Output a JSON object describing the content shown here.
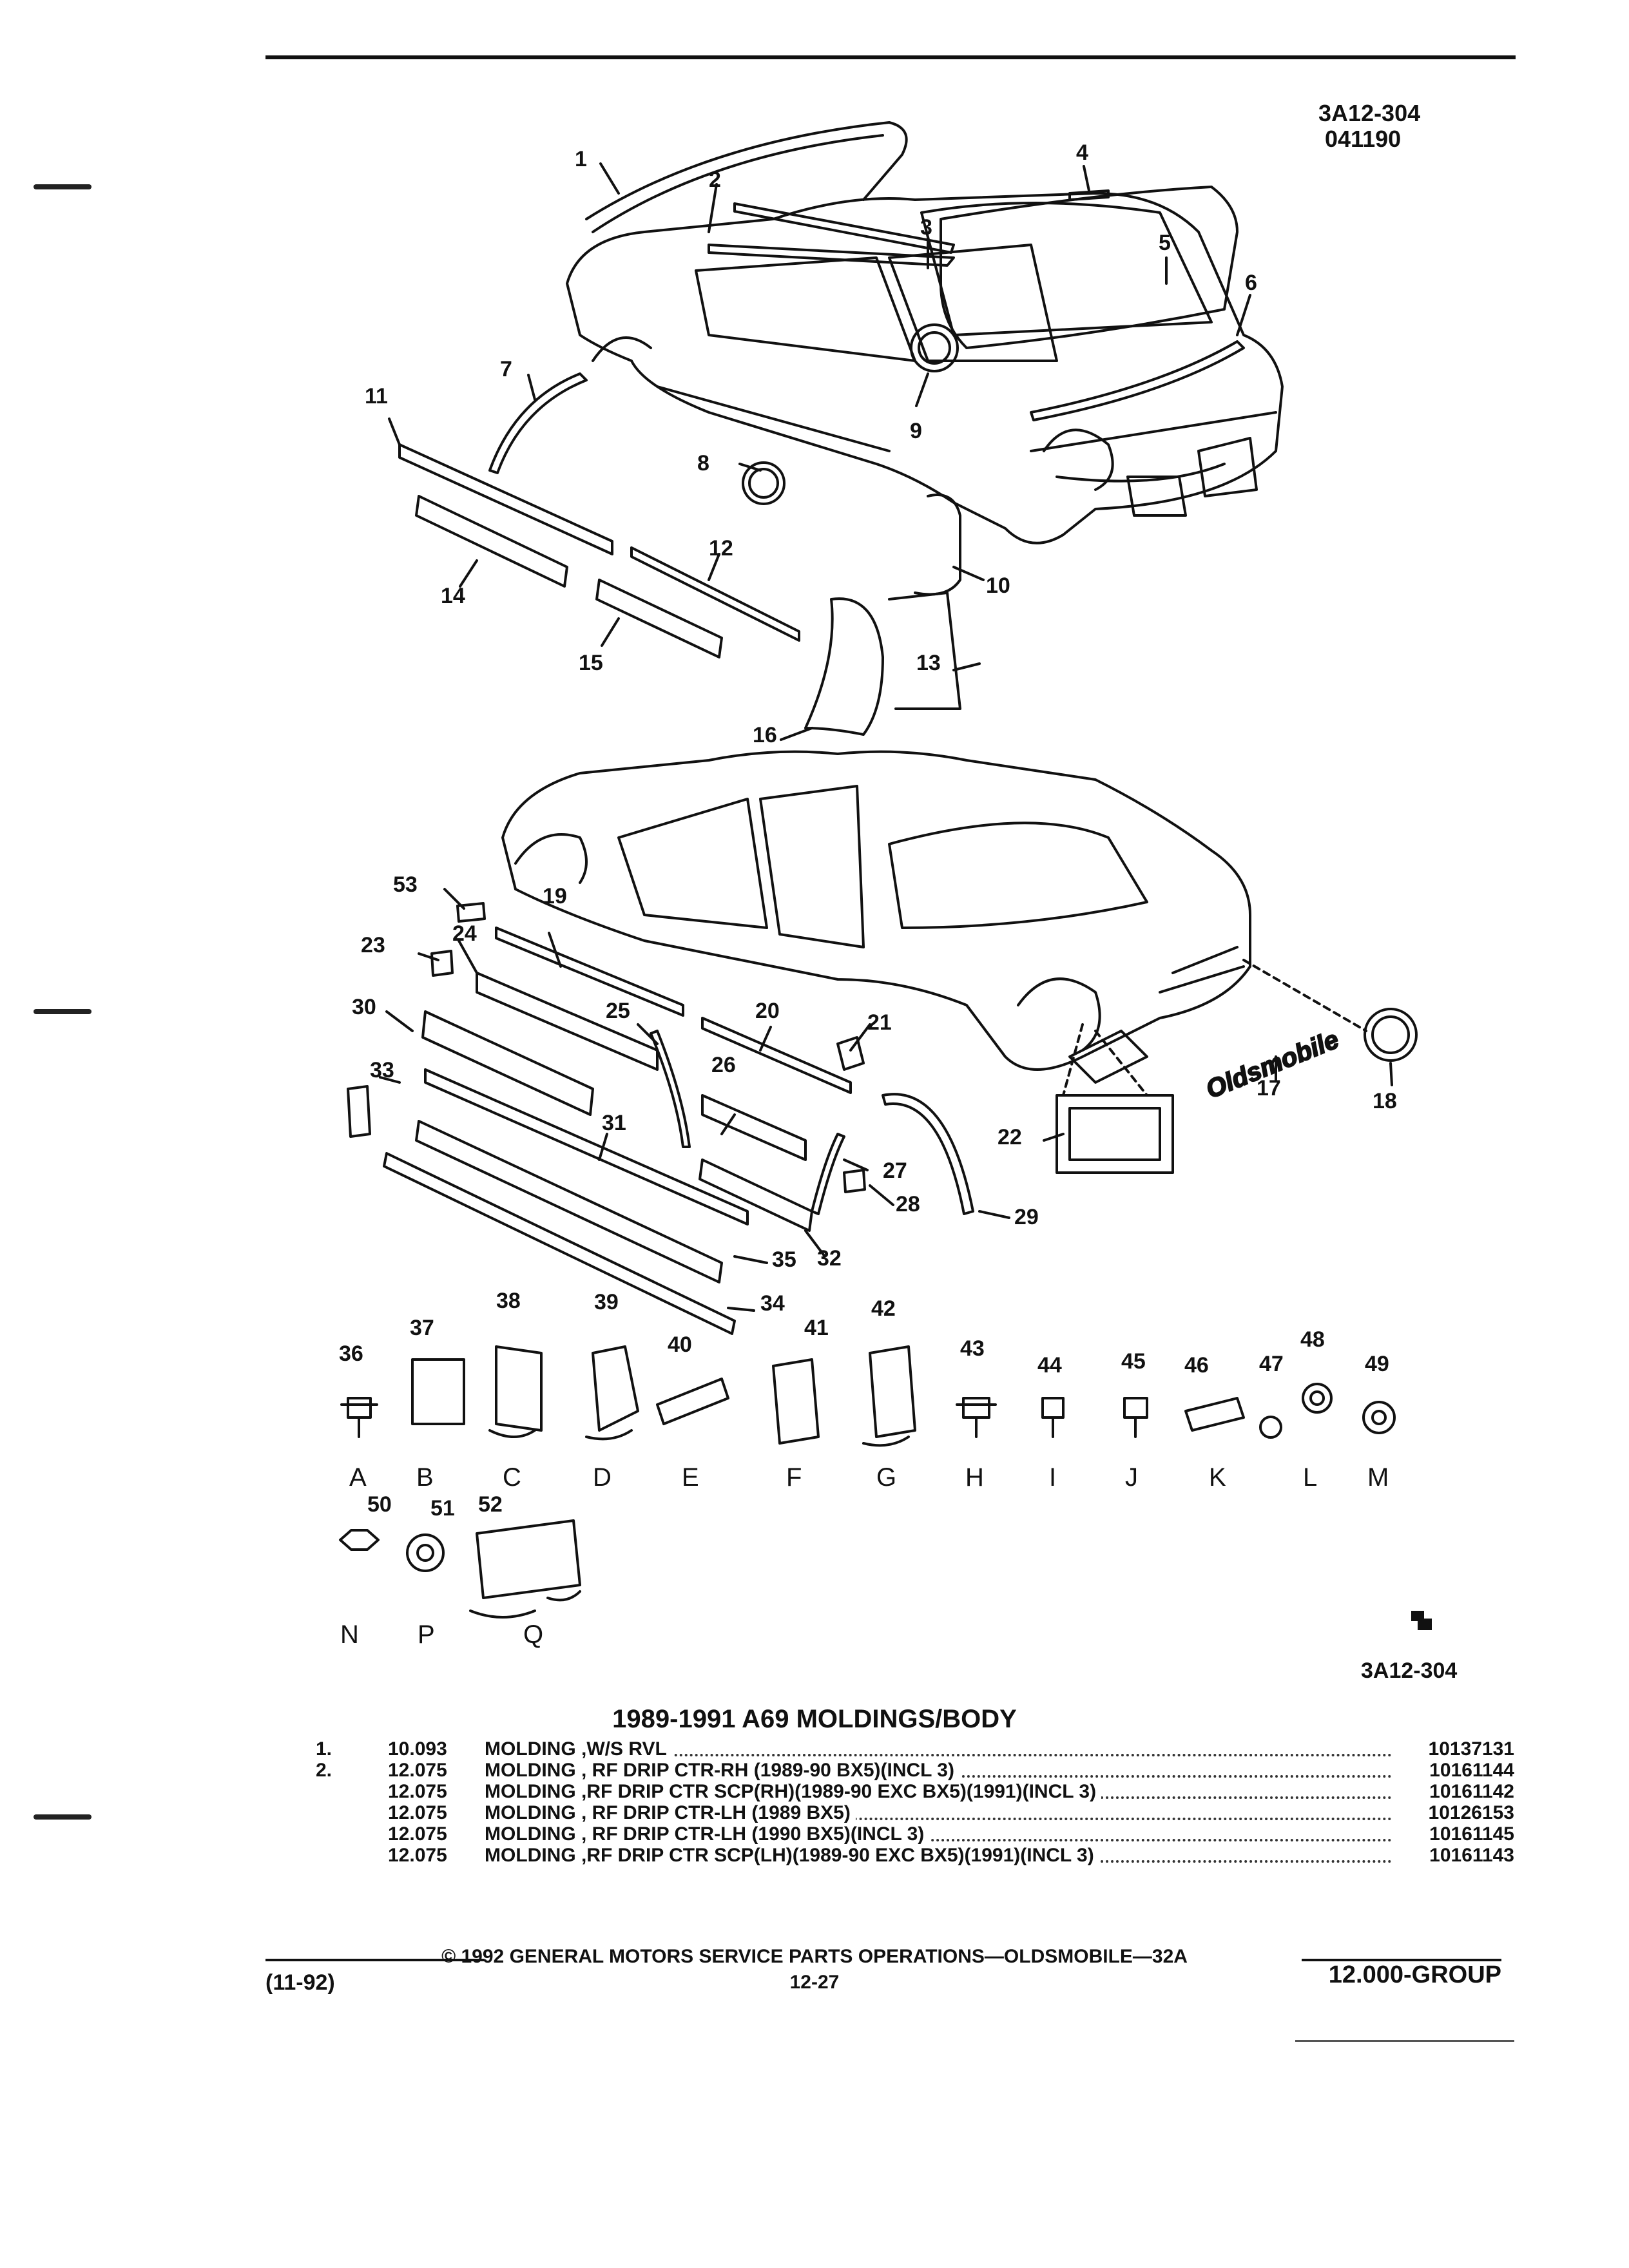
{
  "header": {
    "illustration_code": "3A12-304",
    "date_code": "041190"
  },
  "illustration": {
    "callouts": [
      "1",
      "2",
      "3",
      "4",
      "5",
      "6",
      "7",
      "8",
      "9",
      "10",
      "11",
      "12",
      "13",
      "14",
      "15",
      "16",
      "17",
      "18",
      "19",
      "20",
      "21",
      "22",
      "23",
      "24",
      "25",
      "26",
      "27",
      "28",
      "29",
      "30",
      "31",
      "32",
      "33",
      "34",
      "35",
      "53"
    ],
    "fastener_callouts": [
      "36",
      "37",
      "38",
      "39",
      "40",
      "41",
      "42",
      "43",
      "44",
      "45",
      "46",
      "47",
      "48",
      "49",
      "50",
      "51",
      "52"
    ],
    "fastener_letters": [
      "A",
      "B",
      "C",
      "D",
      "E",
      "F",
      "G",
      "H",
      "I",
      "J",
      "K",
      "L",
      "M",
      "N",
      "P",
      "Q"
    ],
    "emblem_text": "Oldsmobile",
    "bottom_code": "3A12-304"
  },
  "section_title": "1989-1991 A69 MOLDINGS/BODY",
  "parts": [
    {
      "line": "1.",
      "code": "10.093",
      "description": "MOLDING ,W/S RVL",
      "part_number": "10137131"
    },
    {
      "line": "2.",
      "code": "12.075",
      "description": "MOLDING , RF DRIP CTR-RH (1989-90 BX5)(INCL 3)",
      "part_number": "10161144"
    },
    {
      "line": "",
      "code": "12.075",
      "description": "MOLDING ,RF DRIP CTR SCP(RH)(1989-90 EXC BX5)(1991)(INCL 3)",
      "part_number": "10161142"
    },
    {
      "line": "",
      "code": "12.075",
      "description": "MOLDING , RF DRIP CTR-LH (1989 BX5)",
      "part_number": "10126153"
    },
    {
      "line": "",
      "code": "12.075",
      "description": "MOLDING , RF DRIP CTR-LH (1990 BX5)(INCL 3)",
      "part_number": "10161145"
    },
    {
      "line": "",
      "code": "12.075",
      "description": "MOLDING ,RF DRIP CTR SCP(LH)(1989-90 EXC BX5)(1991)(INCL 3)",
      "part_number": "10161143"
    }
  ],
  "footer": {
    "date": "(11-92)",
    "copyright": "© 1992 GENERAL MOTORS SERVICE PARTS OPERATIONS—OLDSMOBILE—32A",
    "page": "12-27",
    "group": "12.000-GROUP"
  }
}
